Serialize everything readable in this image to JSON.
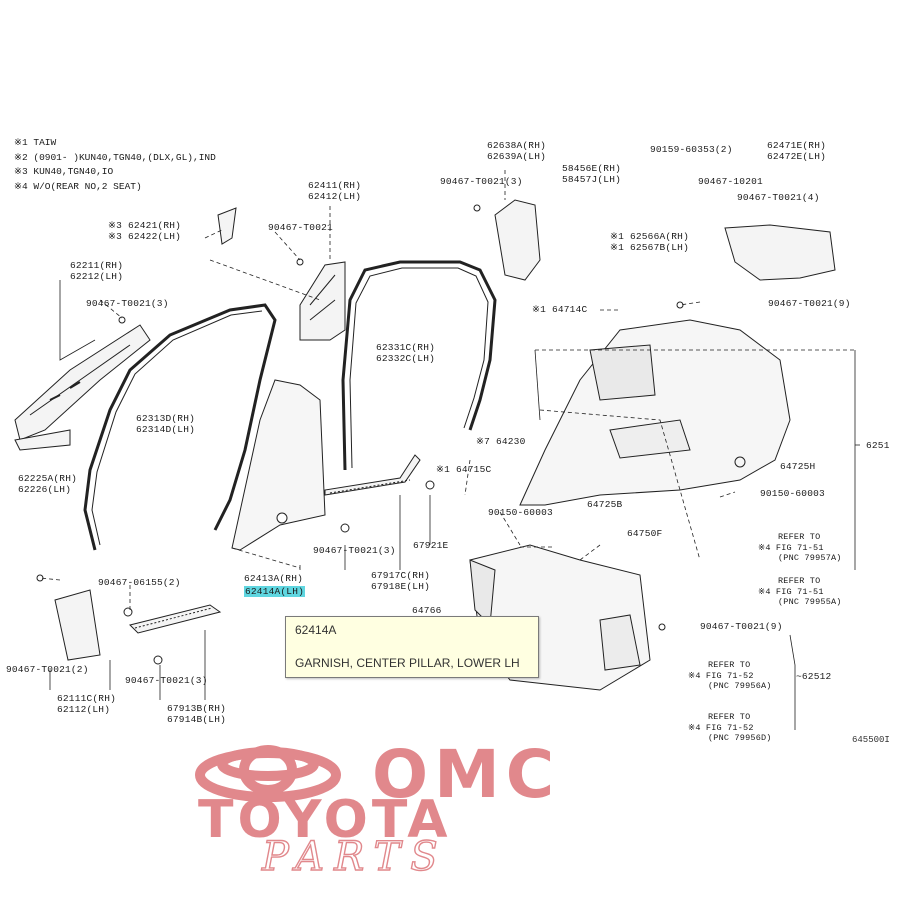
{
  "notes": [
    "※1  TAIW",
    "※2  (0901-    )KUN40,TGN40,(DLX,GL),IND",
    "※3  KUN40,TGN40,IO",
    "※4  W/O(REAR NO,2 SEAT)"
  ],
  "parts": {
    "p62421": [
      "※3 62421(RH)",
      "※3 62422(LH)"
    ],
    "p62411": [
      "62411(RH)",
      "62412(LH)"
    ],
    "p90467_t0021_a": "90467-T0021",
    "p62211": [
      "62211(RH)",
      "62212(LH)"
    ],
    "p90467_t0021_3a": "90467-T0021(3)",
    "p62313": [
      "62313D(RH)",
      "62314D(LH)"
    ],
    "p62225": [
      "62225A(RH)",
      "62226(LH)"
    ],
    "p62331": [
      "62331C(RH)",
      "62332C(LH)"
    ],
    "p62638": [
      "62638A(RH)",
      "62639A(LH)"
    ],
    "p90467_t0021_3b": "90467-T0021(3)",
    "p58456": [
      "58456E(RH)",
      "58457J(LH)"
    ],
    "p90159": "90159-60353(2)",
    "p90467_10201": "90467-10201",
    "p62471": [
      "62471E(RH)",
      "62472E(LH)"
    ],
    "p90467_t0021_4": "90467-T0021(4)",
    "p62566": [
      "※1 62566A(RH)",
      "※1 62567B(LH)"
    ],
    "p64714": "※1 64714C",
    "p90467_t0021_9a": "90467-T0021(9)",
    "p64230": "※7 64230",
    "p6251": "6251",
    "p64725": "64725H",
    "p90150_60003a": "90150-60003",
    "p64715": "※1 64715C",
    "p64725b": "64725B",
    "p90150_60003b": "90150-60003",
    "p64750": "64750F",
    "p62413": "62413A(RH)",
    "p62414": "62414A(LH)",
    "p90467_t0021_3c": "90467-T0021(3)",
    "p67921": "67921E",
    "p67917": [
      "67917C(RH)",
      "67918E(LH)"
    ],
    "p64766": "64766",
    "p90467_06155": "90467-06155(2)",
    "p90467_t0021_2": "90467-T0021(2)",
    "p62111": [
      "62111C(RH)",
      "62112(LH)"
    ],
    "p90467_t0021_3d": "90467-T0021(3)",
    "p67913": [
      "67913B(RH)",
      "67914B(LH)"
    ],
    "p90467_t0021_9b": "90467-T0021(9)",
    "p62512": "~62512",
    "refer1": [
      "REFER TO",
      "※4 FIG 71-51",
      "(PNC 79957A)"
    ],
    "refer2": [
      "REFER TO",
      "※4 FIG 71-51",
      "(PNC 79955A)"
    ],
    "refer3": [
      "REFER TO",
      "※4 FIG 71-52",
      "(PNC 79956A)"
    ],
    "refer4": [
      "REFER TO",
      "※4 FIG 71-52",
      "(PNC 79956D)"
    ]
  },
  "tooltip": {
    "part_number": "62414A",
    "description": "GARNISH, CENTER PILLAR, LOWER LH"
  },
  "figure_code": "645500I",
  "logo": {
    "line1": "OMC",
    "line2": "TOYOTA",
    "line3": "PARTS",
    "color": "#e1888c"
  },
  "colors": {
    "line": "#222222",
    "highlight": "#5fd6e0",
    "tooltip_bg": "#ffffe1"
  }
}
